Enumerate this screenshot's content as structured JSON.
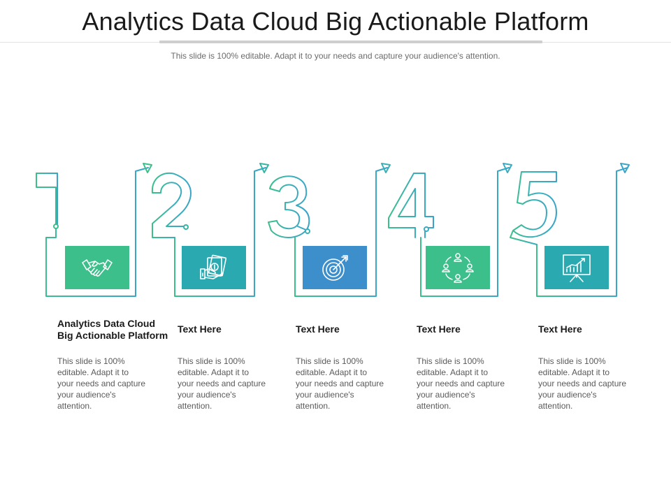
{
  "slide": {
    "title": "Analytics Data Cloud Big Actionable Platform",
    "subtitle": "This slide is 100% editable. Adapt it to your needs and capture your audience's attention."
  },
  "steps": [
    {
      "number": "1",
      "heading": "Analytics Data Cloud Big Actionable Platform",
      "body": "This slide is 100% editable. Adapt it to your needs and capture your audience's attention.",
      "icon": "handshake-icon",
      "color": "#3cbf8a"
    },
    {
      "number": "2",
      "heading": "Text Here",
      "body": "This slide is 100% editable. Adapt it to your needs and capture your audience's attention.",
      "icon": "money-hand-icon",
      "color": "#2aaab0"
    },
    {
      "number": "3",
      "heading": "Text Here",
      "body": "This slide is 100% editable. Adapt it to your needs and capture your audience's attention.",
      "icon": "target-icon",
      "color": "#3d8fcc"
    },
    {
      "number": "4",
      "heading": "Text Here",
      "body": "This slide is 100% editable. Adapt it to your needs and capture your audience's attention.",
      "icon": "team-network-icon",
      "color": "#3cbf8a"
    },
    {
      "number": "5",
      "heading": "Text Here",
      "body": "This slide is 100% editable. Adapt it to your needs and capture your audience's attention.",
      "icon": "presentation-chart-icon",
      "color": "#2aaab0"
    }
  ]
}
